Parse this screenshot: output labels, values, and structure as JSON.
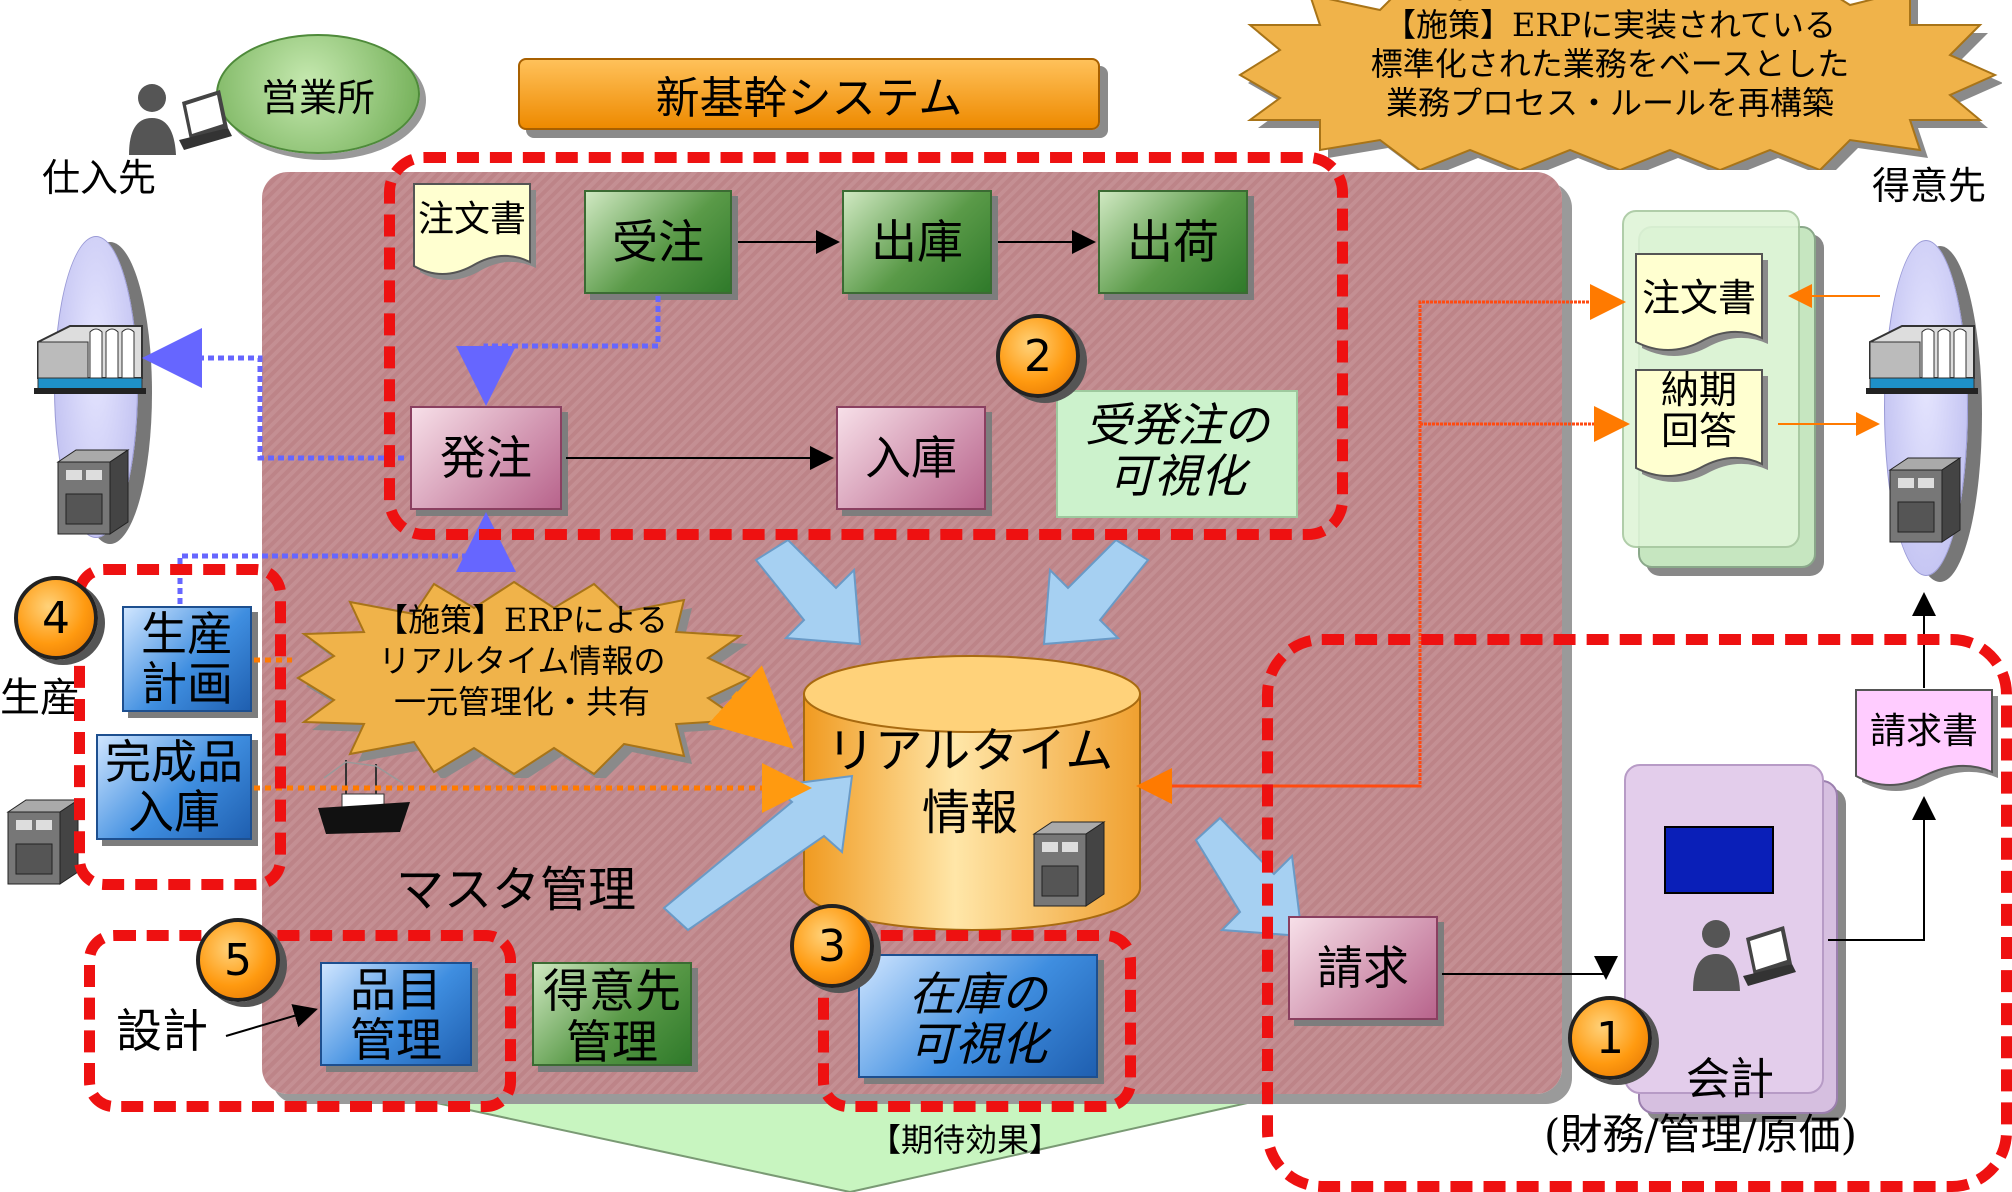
{
  "title_banner": "新基幹システム",
  "sales_office": "営業所",
  "supplier_label": "仕入先",
  "customer_label": "得意先",
  "production_label": "生産",
  "design_label": "設計",
  "accounting_label": "会計",
  "accounting_sub": "(財務/管理/原価)",
  "expected_effect": "【期待効果】",
  "master_management": "マスタ管理",
  "realtime_info": {
    "line1": "リアルタイム",
    "line2": "情報"
  },
  "callout_top": {
    "line1": "【施策】ERPに実装されている",
    "line2": "標準化された業務をベースとした",
    "line3": "業務プロセス・ルールを再構築"
  },
  "callout_mid": {
    "line1": "【施策】ERPによる",
    "line2": "リアルタイム情報の",
    "line3": "一元管理化・共有"
  },
  "boxes": {
    "order_doc": "注文書",
    "receive_order": "受注",
    "shipping_out": "出庫",
    "shipment": "出荷",
    "purchase_order": "発注",
    "receiving": "入庫",
    "visibility_orders": {
      "line1": "受発注の",
      "line2": "可視化"
    },
    "production_plan": {
      "line1": "生産",
      "line2": "計画"
    },
    "finished_goods": {
      "line1": "完成品",
      "line2": "入庫"
    },
    "item_mgmt": {
      "line1": "品目",
      "line2": "管理"
    },
    "customer_mgmt": {
      "line1": "得意先",
      "line2": "管理"
    },
    "inventory_visibility": {
      "line1": "在庫の",
      "line2": "可視化"
    },
    "billing": "請求",
    "invoice": "請求書",
    "customer_order_doc": "注文書",
    "delivery_answer": {
      "line1": "納期",
      "line2": "回答"
    }
  },
  "badges": {
    "b1": "1",
    "b2": "2",
    "b3": "3",
    "b4": "4",
    "b5": "5"
  },
  "colors": {
    "dash_red": "#ee1111",
    "panel": "#c48f93",
    "badge": "#ff9a10",
    "arrow_blue": "#6666ff",
    "arrow_orange": "#ff7a00"
  }
}
